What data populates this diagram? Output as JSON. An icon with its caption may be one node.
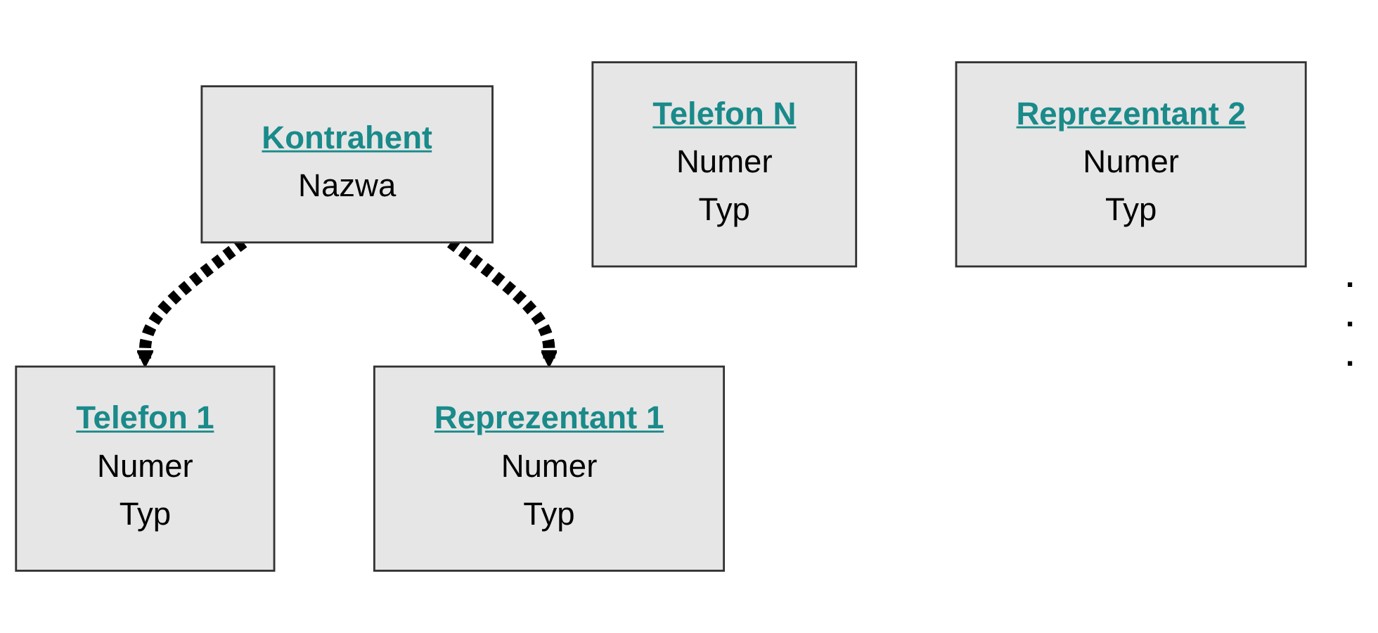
{
  "diagram": {
    "nodes": [
      {
        "text": [
          "Kontrahent",
          "Nazwa"
        ]
      },
      {
        "text": [
          "Telefon 1",
          "Numer",
          "Typ"
        ]
      },
      {
        "text": [
          "Telefon N",
          "Numer",
          "Typ"
        ]
      },
      {
        "text": [
          "Reprezentant 1",
          "Numer",
          "Typ"
        ]
      },
      {
        "text": [
          "Reprezentant 2",
          "Numer",
          "Typ"
        ]
      }
    ],
    "edges": [
      {
        "from": 0,
        "to": 1,
        "arrow": "to",
        "style": "dashed"
      },
      {
        "from": 0,
        "to": 3,
        "arrow": "to",
        "style": "dashed"
      }
    ],
    "labels": [
      ".",
      ".",
      "."
    ]
  }
}
